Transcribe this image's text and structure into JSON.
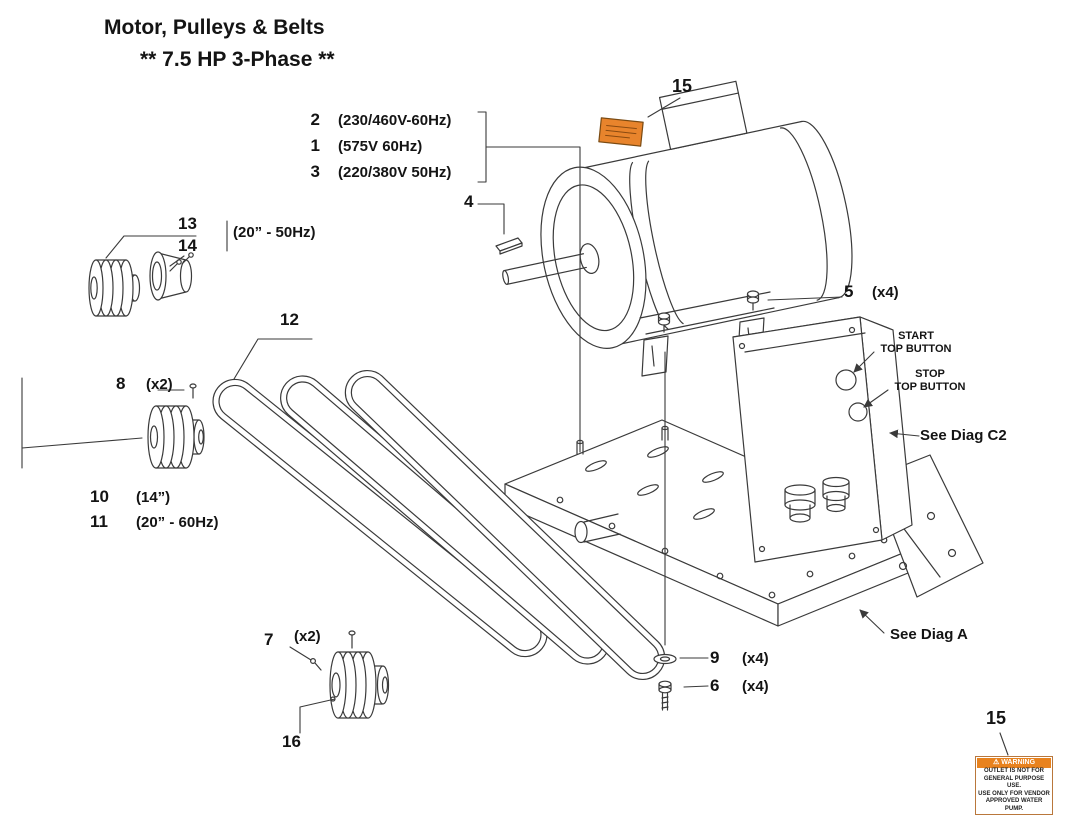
{
  "title": "Motor, Pulleys & Belts",
  "subtitle": "** 7.5 HP 3-Phase **",
  "callouts": {
    "n1": "1",
    "n2": "2",
    "n3": "3",
    "n4": "4",
    "n5": "5",
    "n6": "6",
    "n7": "7",
    "n8": "8",
    "n9": "9",
    "n10": "10",
    "n11": "11",
    "n12": "12",
    "n13": "13",
    "n14": "14",
    "n15": "15",
    "n16": "16"
  },
  "specs": {
    "item2": "(230/460V-60Hz)",
    "item1": "(575V 60Hz)",
    "item3": "(220/380V 50Hz)",
    "item13": "(20” - 50Hz)",
    "item10": "(14”)",
    "item11": "(20” - 60Hz)"
  },
  "quantities": {
    "item5": "(x4)",
    "item6": "(x4)",
    "item7": "(x2)",
    "item8": "(x2)",
    "item9": "(x4)"
  },
  "annotations": {
    "start_line1": "START",
    "start_line2": "TOP BUTTON",
    "stop_line1": "STOP",
    "stop_line2": "TOP BUTTON",
    "see_diag_c2": "See Diag C2",
    "see_diag_a": "See Diag A"
  },
  "warning_label": {
    "header": "⚠ WARNING",
    "line1": "OUTLET IS NOT FOR",
    "line2": "GENERAL PURPOSE USE.",
    "line3": "USE ONLY FOR VENDOR",
    "line4": "APPROVED WATER PUMP."
  },
  "colors": {
    "line_color": "#3a3a3a",
    "text_color": "#141414",
    "warning_orange": "#e8821e"
  }
}
